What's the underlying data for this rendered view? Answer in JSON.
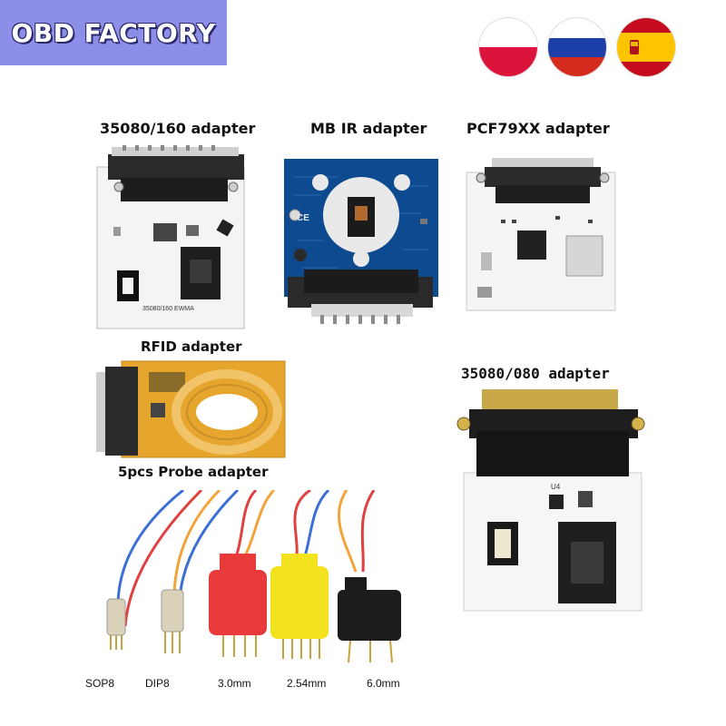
{
  "brand": {
    "name": "OBD FACTORY"
  },
  "flags": [
    {
      "country": "Poland",
      "colors": [
        "#ffffff",
        "#dc143c"
      ]
    },
    {
      "country": "Russia",
      "colors": [
        "#ffffff",
        "#1c3fa8",
        "#d52b1e"
      ]
    },
    {
      "country": "Spain",
      "colors": [
        "#c60b1e",
        "#ffc400",
        "#c60b1e"
      ]
    }
  ],
  "adapters": {
    "a35080_160": {
      "label": "35080/160 adapter",
      "board_print": "35080/160  EWMA"
    },
    "mb_ir": {
      "label": "MB IR adapter",
      "board_print": "CE"
    },
    "pcf79xx": {
      "label": "PCF79XX adapter"
    },
    "rfid": {
      "label": "RFID adapter"
    },
    "a35080_080": {
      "label": "35080/080 adapter",
      "board_print": "U4"
    }
  },
  "probes": {
    "label": "5pcs Probe adapter",
    "items": [
      "SOP8",
      "DIP8",
      "3.0mm",
      "2.54mm",
      "6.0mm"
    ]
  }
}
